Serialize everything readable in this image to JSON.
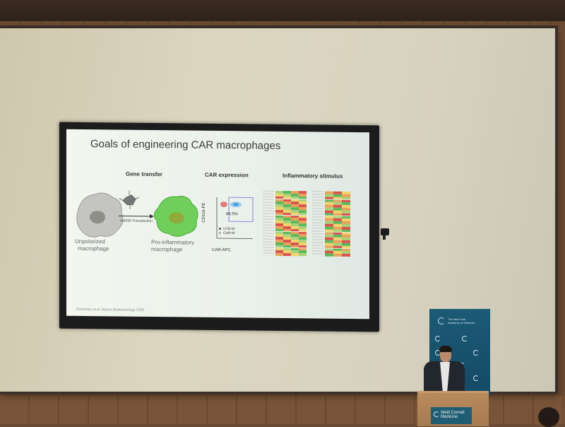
{
  "slide": {
    "title": "Goals of engineering CAR macrophages",
    "section_gene_transfer": "Gene transfer",
    "section_car_expression": "CAR expression",
    "section_inflammatory": "Inflammatory stimulus",
    "left_cell_caption": [
      "Unpolarized",
      "macrophage"
    ],
    "right_cell_caption": [
      "Pro-inflammatory",
      "macrophage"
    ],
    "transduction_label": "Ad5f35 Transduction",
    "flow_percent": "88.5%",
    "flow_y_axis": "CD11b-PE",
    "flow_x_axis": "CAR-APC",
    "flow_legend": [
      "UTD-M",
      "CAR-M"
    ],
    "citation": "Klichinsky et al. Nature Biotechnology 2020"
  },
  "banner": {
    "org_name": [
      "The New York",
      "Academy of Sciences"
    ]
  },
  "lectern": {
    "plate_text": [
      "Weill Cornell",
      "Medicine"
    ]
  },
  "colors": {
    "slide_bg": "#eef4ee",
    "cell_gray": "#bdbdb8",
    "cell_green": "#6fcf5a",
    "heat_red": "#d9534f",
    "heat_green": "#5cb85c",
    "heat_yellow": "#f0d36a",
    "banner": "#1c5a76"
  }
}
